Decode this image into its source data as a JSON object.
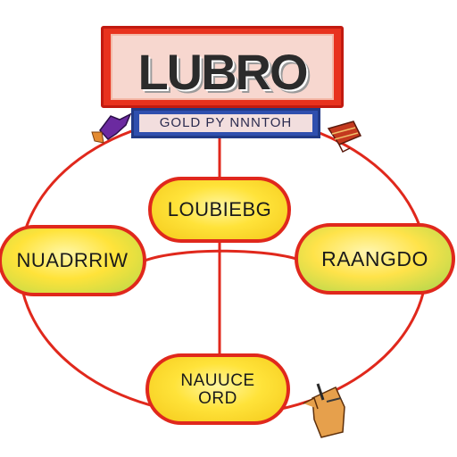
{
  "header": {
    "title": "LUBRO",
    "subtitle": "GOLD PY NNNTOH"
  },
  "nodes": {
    "top": {
      "label": "LOUBIEBG"
    },
    "left": {
      "label": "NUADRRIW"
    },
    "right": {
      "label": "RAANGDO"
    },
    "bottom": {
      "label_line1": "NAUUCE",
      "label_line2": "ORD"
    }
  },
  "colors": {
    "accent_red": "#e0281c",
    "node_yellow": "#ffe33a",
    "header_blue": "#2f4fae"
  },
  "icons": {
    "top_left": "purple-hand-icon",
    "top_right": "red-basket-icon",
    "bottom_right": "hand-holding-pen-icon"
  }
}
